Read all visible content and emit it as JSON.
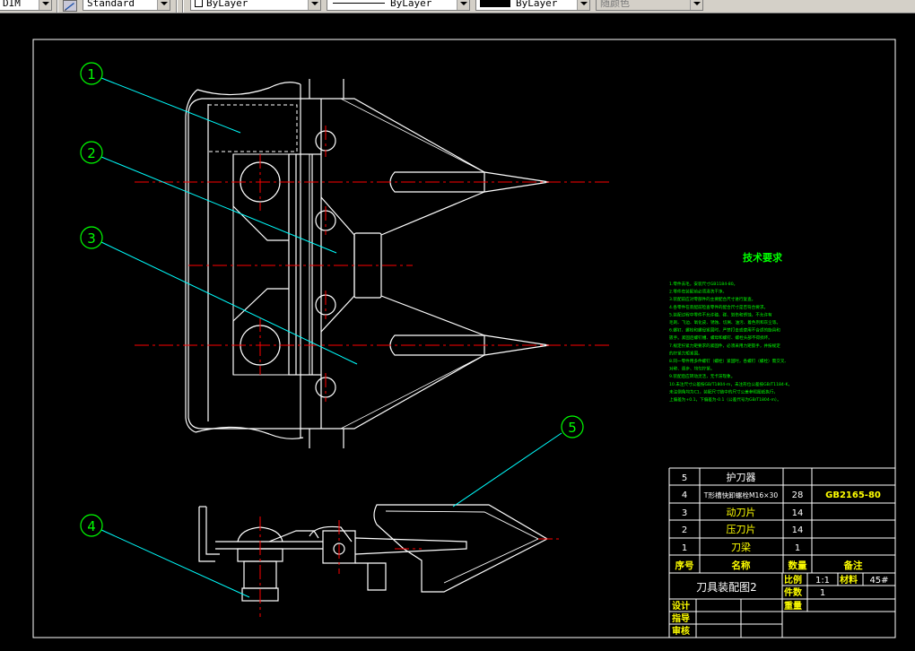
{
  "toolbar": {
    "dim_style": "DIM",
    "text_style": "Standard",
    "layer": "ByLayer",
    "linetype": "ByLayer",
    "lineweight": "ByLayer",
    "plot_style": "随颜色"
  },
  "balloons": [
    "1",
    "2",
    "3",
    "4",
    "5"
  ],
  "tech_req": {
    "title": "技术要求",
    "lines": [
      "1.零件去毛，安装尺寸GB1184-80。",
      "2.零件在装配前必须清洗干净。",
      "3.装配前应对零部件的主要配合尺寸进行复查。",
      "4.各零件在装配前检查零件的配合尺寸是否符合要求。",
      "5.装配过程中零件不允许磕、碰、划伤和锈蚀，不允许有",
      "  毛刺、飞边、氧化皮、锈蚀、切屑、油污、着色剂和灰尘等。",
      "6.螺钉、螺栓和螺母紧固时，严禁打击或使用不合适的旋具和",
      "  扳手。紧固后螺钉槽、螺母和螺钉、螺栓头部不得损坏。",
      "7.规定拧紧力矩要求的紧固件，必须采用力矩扳手，并按规定",
      "  的拧紧力矩紧固。",
      "8.同一零件用多件螺钉（螺栓）紧固时，各螺钉（螺栓）需交叉、",
      "  对称、逐步、均匀拧紧。",
      "9.装配后应转动灵活，无卡滞现象。",
      "10.未注尺寸公差按GB/T1804-m，未注形位公差按GB/T1184-K，",
      "  未注倒角均为C1，装配尺寸链中的尺寸公差参照图纸执行，",
      "  上偏差为+0.1，下偏差为-0.1（公差代号为GB/T1804-m）。"
    ]
  },
  "parts_list": {
    "headers": {
      "seq": "序号",
      "name": "名称",
      "qty": "数量",
      "note": "备注"
    },
    "rows": [
      {
        "seq": "5",
        "name": "护刀器",
        "qty": "",
        "note": ""
      },
      {
        "seq": "4",
        "name": "T形槽快卸螺栓M16×30",
        "qty": "28",
        "note": "GB2165-80"
      },
      {
        "seq": "3",
        "name": "动刀片",
        "qty": "14",
        "note": ""
      },
      {
        "seq": "2",
        "name": "压刀片",
        "qty": "14",
        "note": ""
      },
      {
        "seq": "1",
        "name": "刀梁",
        "qty": "1",
        "note": ""
      }
    ]
  },
  "title_block": {
    "drawing_name": "刀具装配图2",
    "scale_label": "比例",
    "scale_value": "1:1",
    "material_label": "材料",
    "material_value": "45#",
    "count_label": "件数",
    "count_value": "1",
    "weight_label": "重量",
    "design_label": "设计",
    "guide_label": "指导",
    "review_label": "审核"
  },
  "colors": {
    "frame": "#ffffff",
    "centerline": "#ff0000",
    "leader": "#00ffff",
    "balloon": "#00ff00",
    "tech_text": "#00ff00",
    "title_text": "#ffff00"
  }
}
